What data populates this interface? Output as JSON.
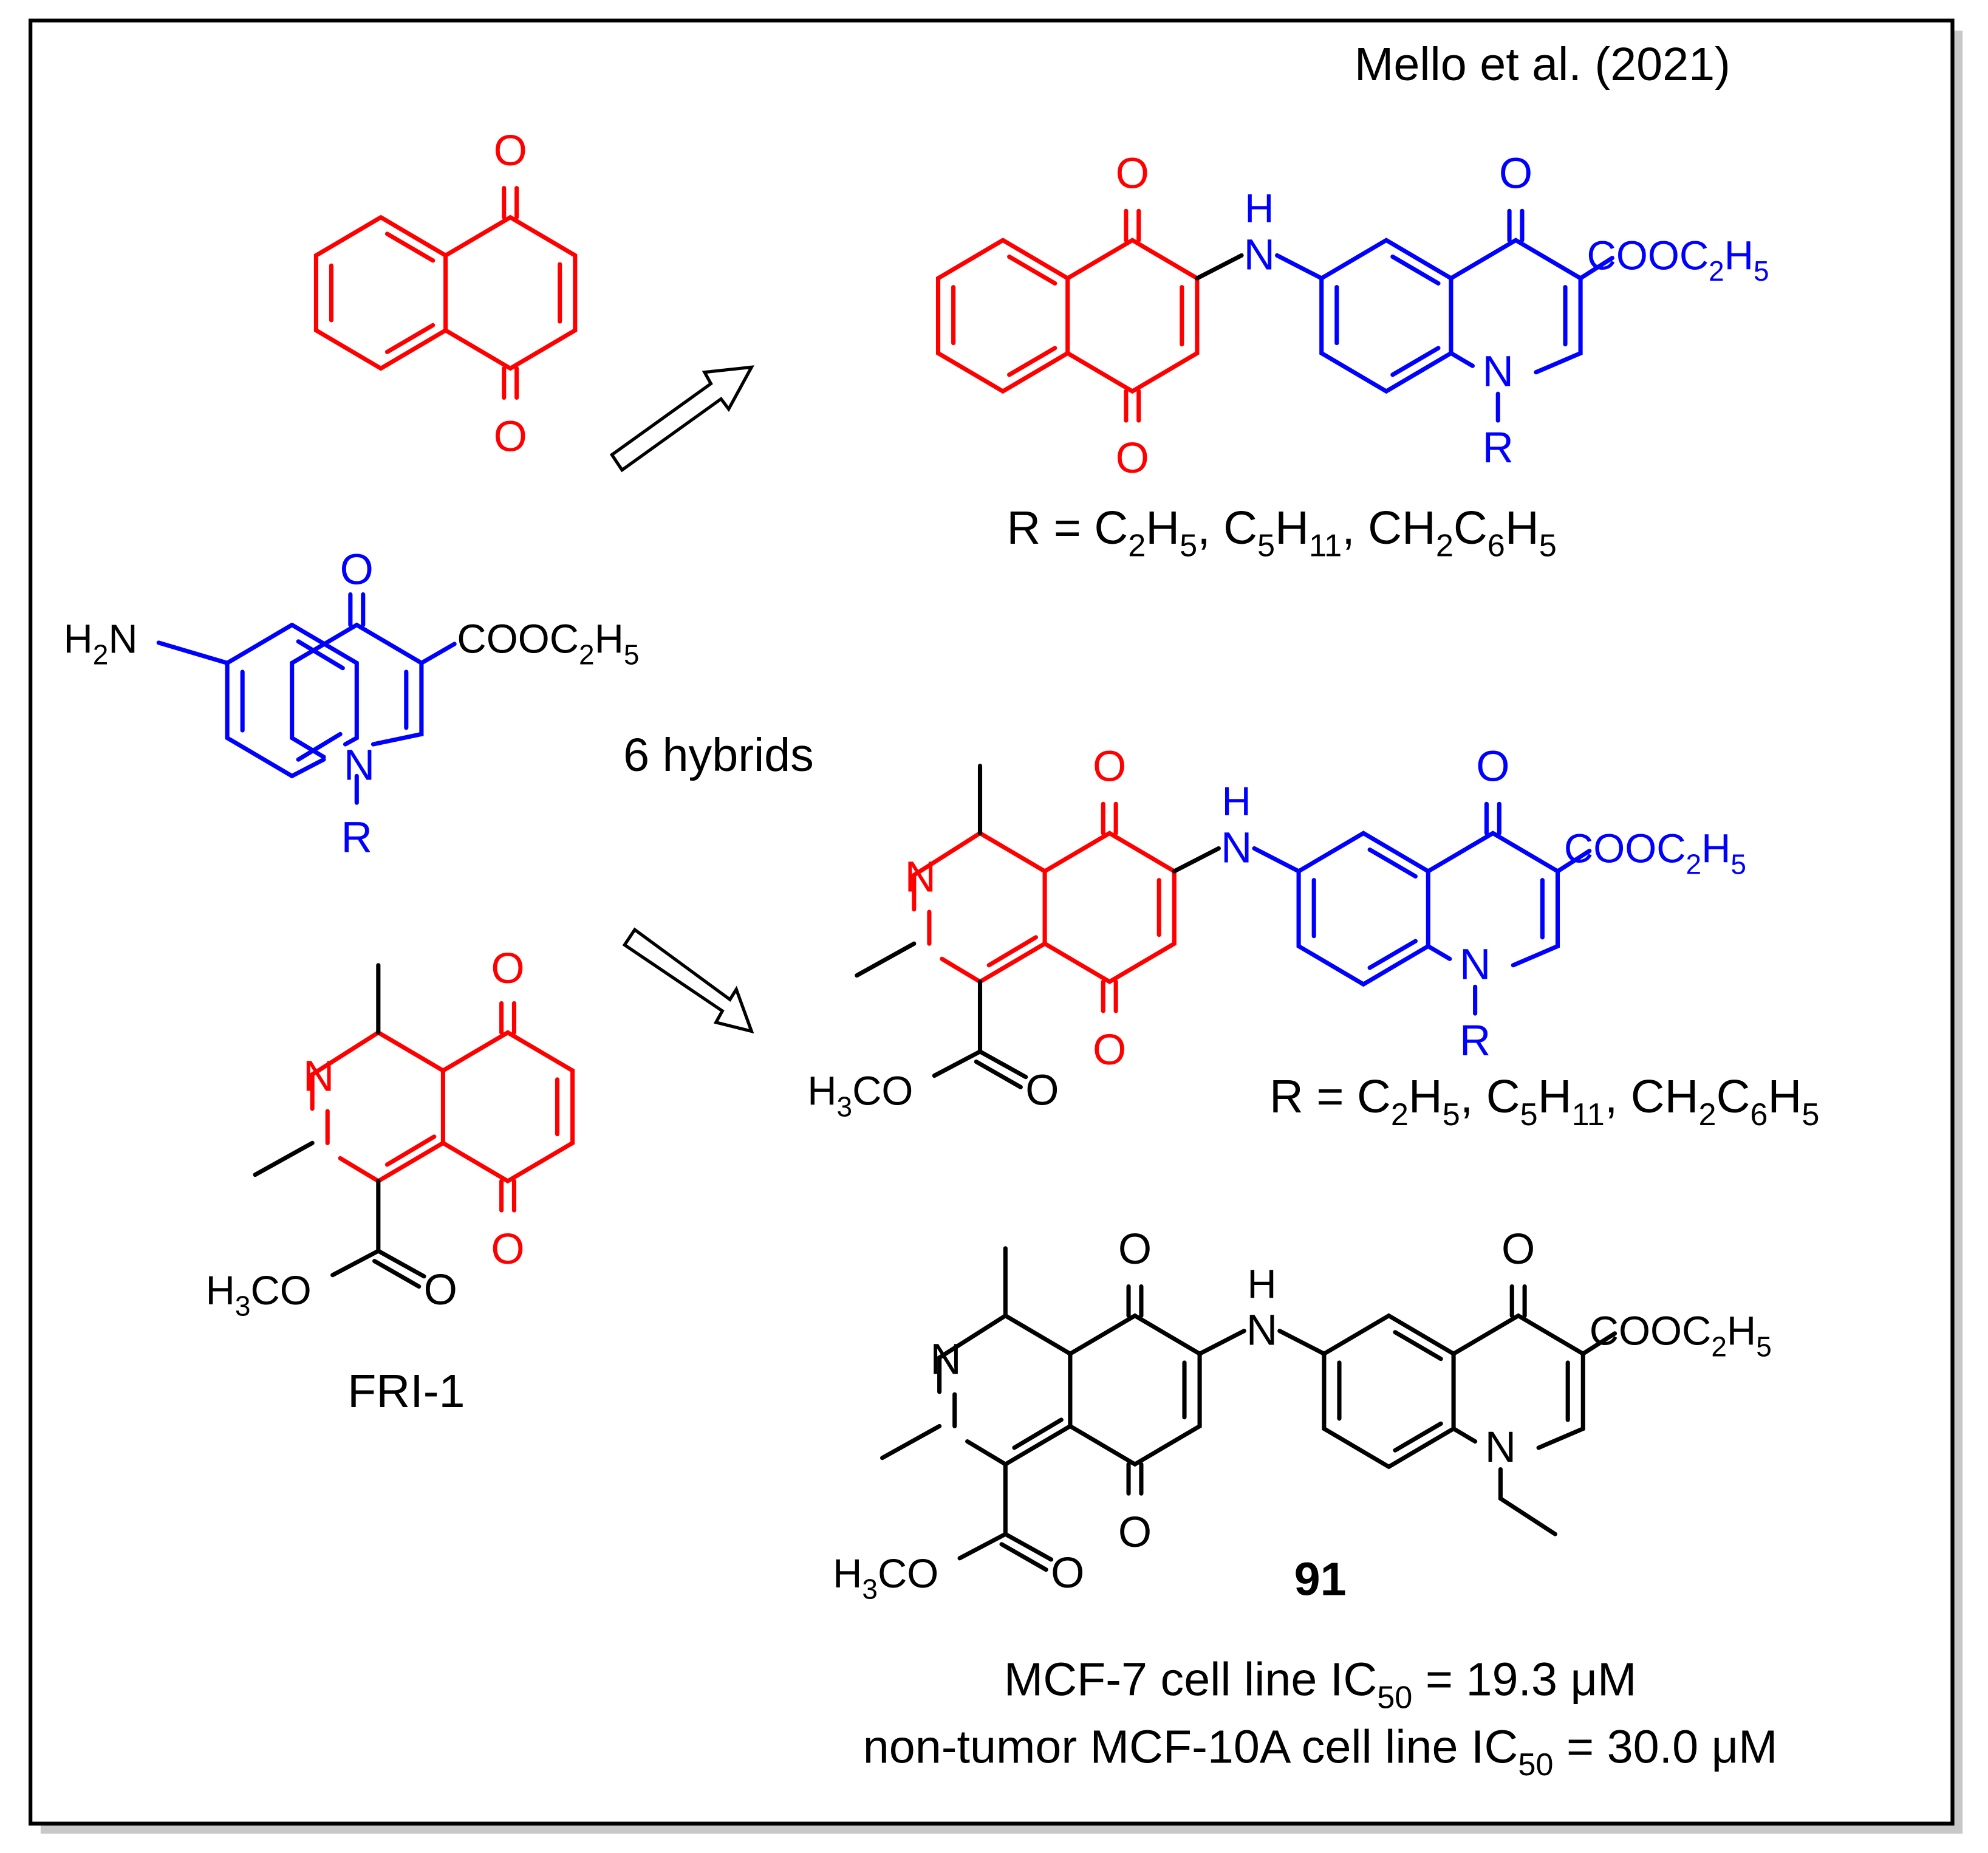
{
  "citation": "Mello et al. (2021)",
  "colors": {
    "naphthoquinone": "#ff0000",
    "quinolone": "#0000ff",
    "default": "#000000",
    "frame_shadow": "#c8c8c8"
  },
  "atoms": {
    "O": "O",
    "N": "N",
    "H": "H",
    "R": "R"
  },
  "groups": {
    "ester_prefix": "COOC",
    "ester_sub": "2",
    "ester_suffix": "H",
    "ester_sub2": "5",
    "amine_prefix": "H",
    "amine_sub": "2",
    "amine_suffix": "N",
    "methoxy_prefix": "H",
    "methoxy_sub": "3",
    "methoxy_suffix": "CO"
  },
  "substituents": {
    "prefix": "R = C",
    "s1": "2",
    "t1": "H",
    "s2": "5",
    "t2": ", C",
    "s3": "5",
    "t3": "H",
    "s4": "11",
    "t4": ", CH",
    "s5": "2",
    "t5": "C",
    "s6": "6",
    "t6": "H",
    "s7": "5"
  },
  "labels": {
    "hybrids": "6 hybrids",
    "fri": "FRI-1",
    "compound": "91"
  },
  "activity": {
    "line1_a": "MCF-7 cell line IC",
    "line1_sub": "50",
    "line1_b": " = 19.3 μM",
    "line2_a": "non-tumor MCF-10A cell line IC",
    "line2_sub": "50",
    "line2_b": " = 30.0 μM"
  }
}
